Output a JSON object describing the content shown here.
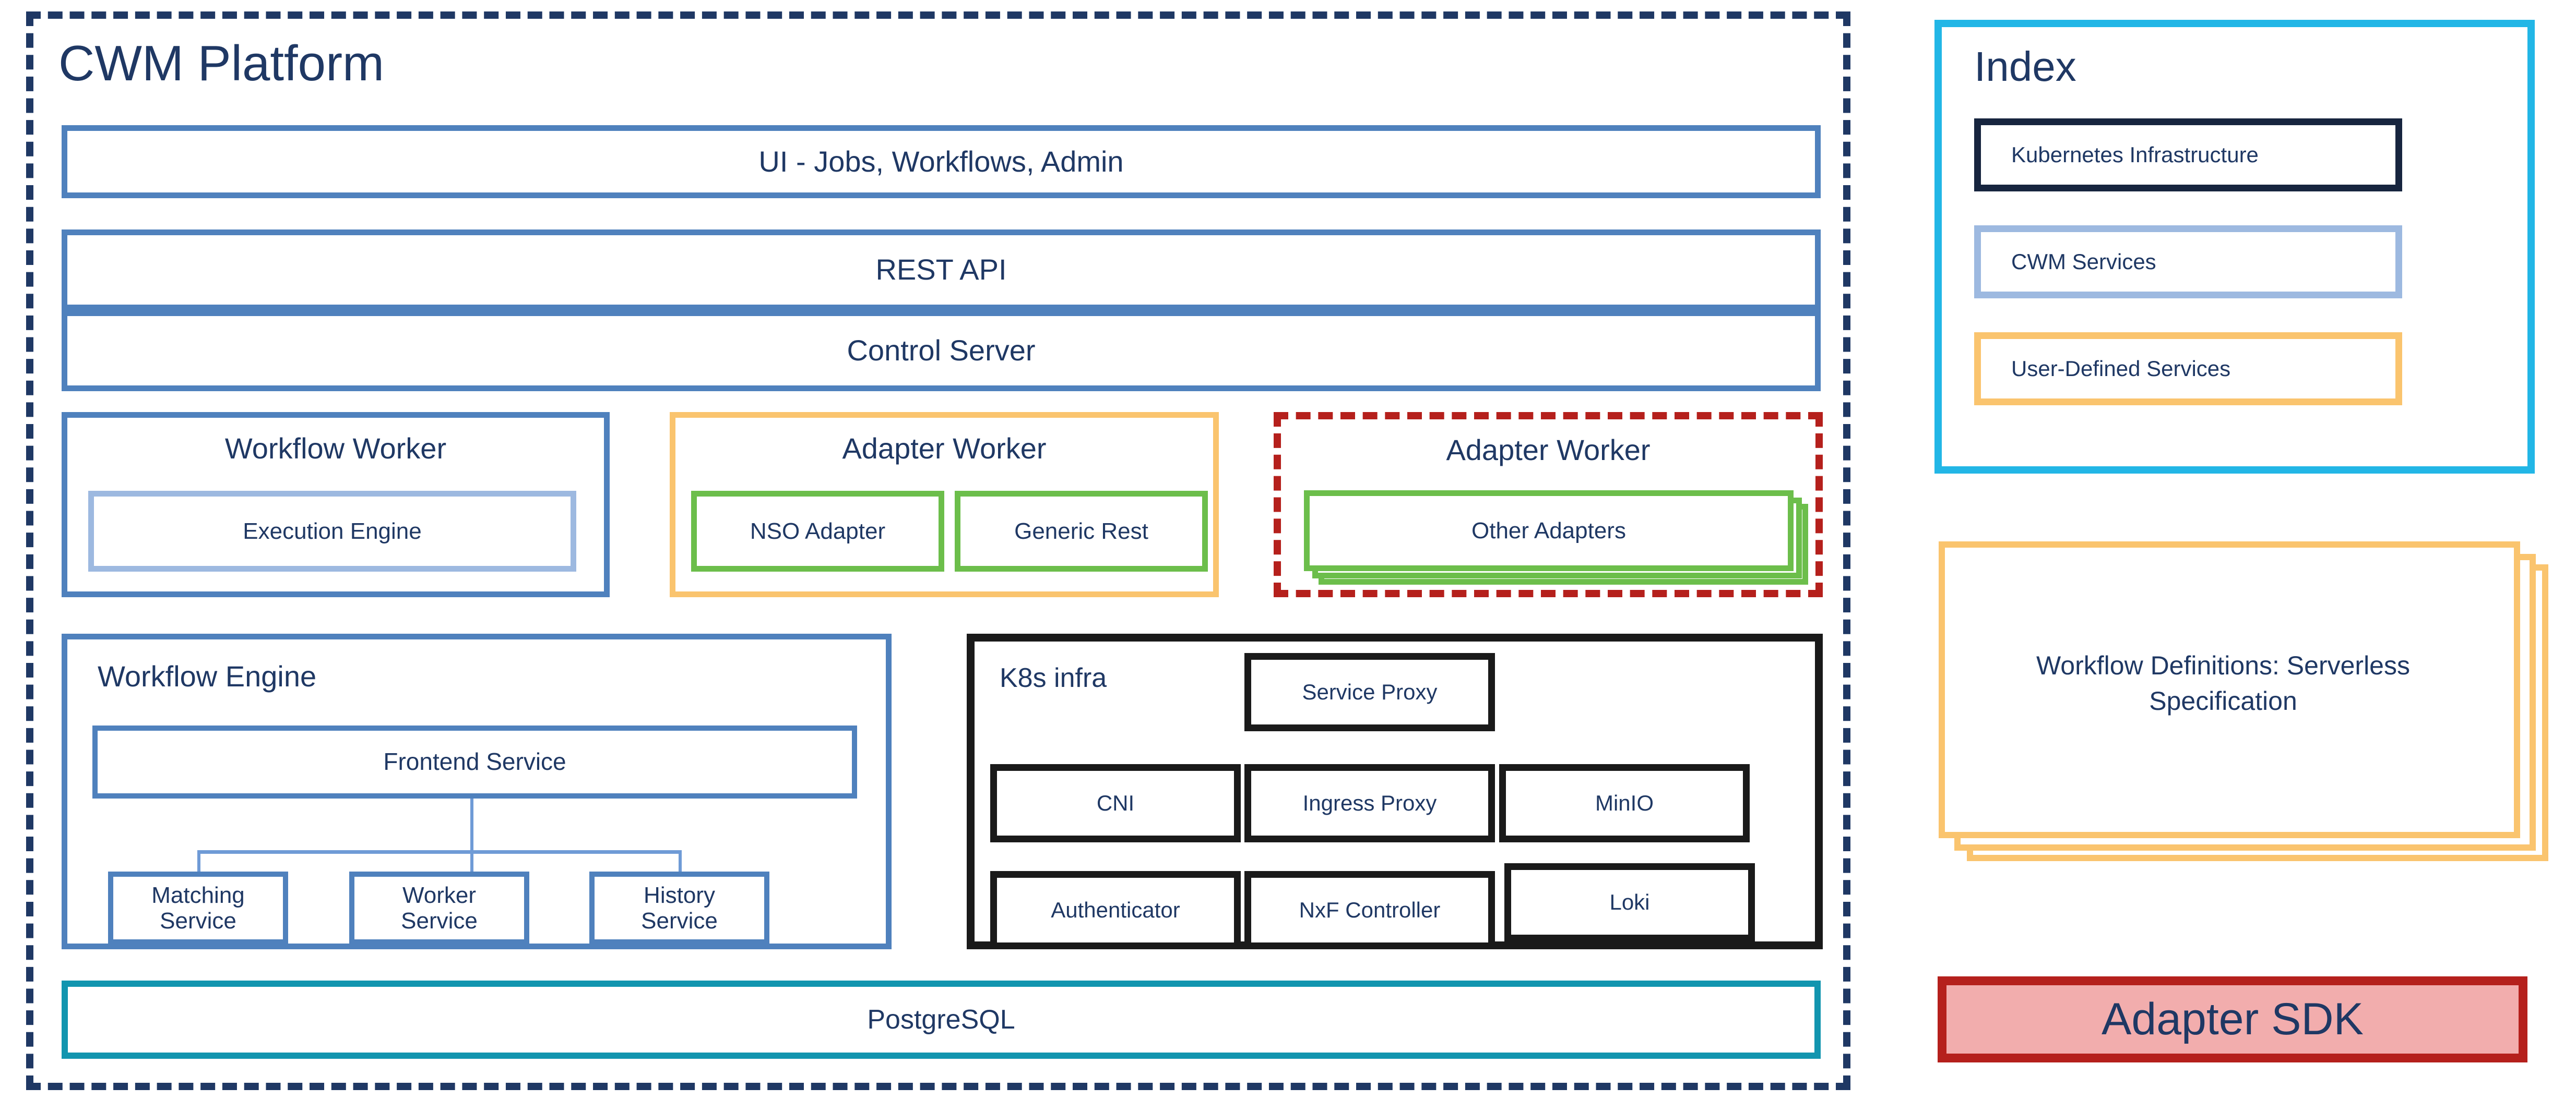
{
  "platform": {
    "title": "CWM Platform",
    "layers": [
      {
        "id": "ui",
        "label": "UI - Jobs, Workflows, Admin"
      },
      {
        "id": "rest",
        "label": "REST API"
      },
      {
        "id": "control",
        "label": "Control Server"
      }
    ],
    "workers": [
      {
        "id": "workflow-worker",
        "title": "Workflow Worker",
        "style": "solid-blue",
        "children": [
          {
            "label": "Execution Engine"
          }
        ]
      },
      {
        "id": "adapter-worker-1",
        "title": "Adapter Worker",
        "style": "solid-amber",
        "children": [
          {
            "label": "NSO Adapter"
          },
          {
            "label": "Generic Rest"
          }
        ]
      },
      {
        "id": "adapter-worker-2",
        "title": "Adapter Worker",
        "style": "dashed-red",
        "children": [
          {
            "label": "Other Adapters"
          }
        ]
      }
    ],
    "workflow_engine": {
      "title": "Workflow Engine",
      "frontend": "Frontend Service",
      "services": [
        {
          "line1": "Matching",
          "line2": "Service"
        },
        {
          "line1": "Worker",
          "line2": "Service"
        },
        {
          "line1": "History",
          "line2": "Service"
        }
      ]
    },
    "k8s_infra": {
      "title": "K8s infra",
      "components": [
        {
          "label": "Service Proxy"
        },
        {
          "label": "CNI"
        },
        {
          "label": "Ingress Proxy"
        },
        {
          "label": "MinIO"
        },
        {
          "label": "Authenticator"
        },
        {
          "label": "NxF Controller"
        },
        {
          "label": "Loki"
        }
      ]
    },
    "database": {
      "label": "PostgreSQL"
    }
  },
  "index_panel": {
    "title": "Index",
    "legend": [
      {
        "label": "Kubernetes Infrastructure",
        "color": "#17253F"
      },
      {
        "label": "CWM Services",
        "color": "#9DB9E0"
      },
      {
        "label": "User-Defined Services",
        "color": "#FAC46E"
      }
    ]
  },
  "workflow_definitions": {
    "label": "Workflow Definitions: Serverless Specification"
  },
  "adapter_sdk": {
    "label": "Adapter SDK",
    "fill": "#F2ADAD",
    "border": "#B5201C"
  },
  "colors": {
    "platform_border": "#1F3864",
    "blue": "#4F81BD",
    "light_blue": "#9DB9E0",
    "amber": "#FAC46E",
    "green": "#6CBE4B",
    "red": "#B5201C",
    "teal": "#1295AF",
    "cyan": "#22B6E6",
    "black": "#1A1A1A",
    "text": "#1F3864"
  }
}
